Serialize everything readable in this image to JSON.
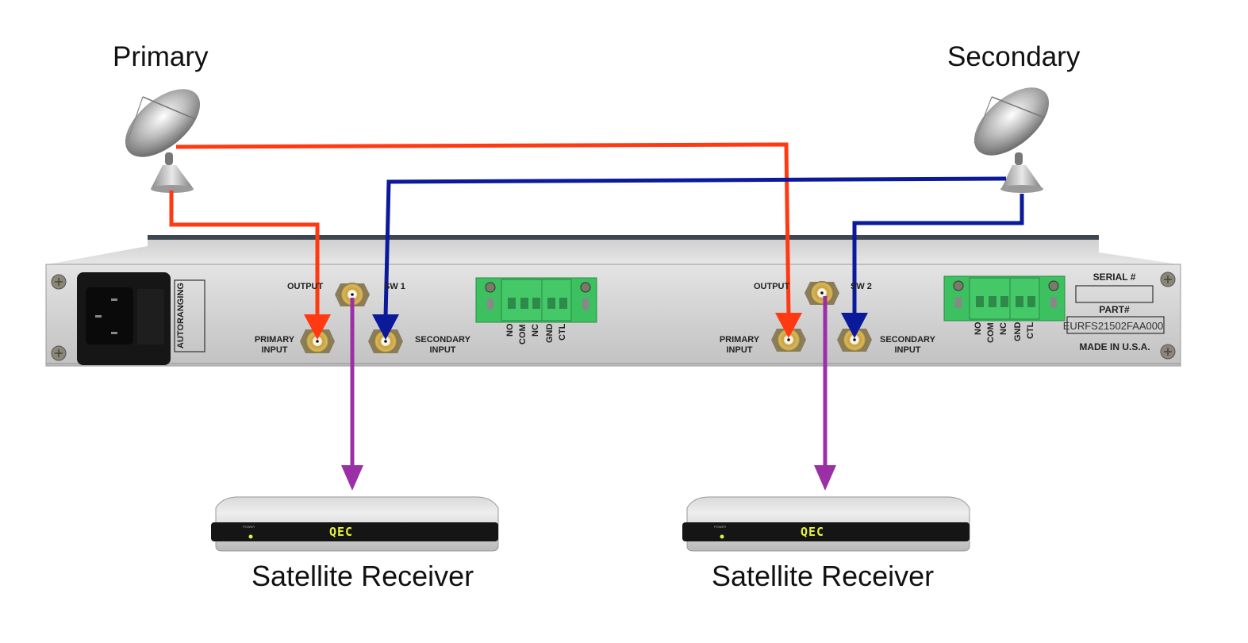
{
  "diagram": {
    "antennas": [
      {
        "id": "primary",
        "label": "Primary"
      },
      {
        "id": "secondary",
        "label": "Secondary"
      }
    ],
    "chassis": {
      "power_label": "AUTORANGING",
      "switches": [
        {
          "id": "sw1",
          "name": "SW 1",
          "output_label": "OUTPUT",
          "primary_input_label": [
            "PRIMARY",
            "INPUT"
          ],
          "secondary_input_label": [
            "SECONDARY",
            "INPUT"
          ],
          "terminal_labels": [
            "NO",
            "COM",
            "NC",
            "GND",
            "CTL"
          ]
        },
        {
          "id": "sw2",
          "name": "SW 2",
          "output_label": "OUTPUT",
          "primary_input_label": [
            "PRIMARY",
            "INPUT"
          ],
          "secondary_input_label": [
            "SECONDARY",
            "INPUT"
          ],
          "terminal_labels": [
            "NO",
            "COM",
            "NC",
            "GND",
            "CTL"
          ]
        }
      ],
      "serial_label": "SERIAL #",
      "serial_value": "",
      "part_label": "PART#",
      "part_value": "EURFS21502FAA000",
      "made_in": "MADE IN U.S.A."
    },
    "receivers": [
      {
        "label": "Satellite Receiver",
        "display": "QEC",
        "power_text": "POWER"
      },
      {
        "label": "Satellite Receiver",
        "display": "QEC",
        "power_text": "POWER"
      }
    ],
    "connections": [
      {
        "from": "Primary",
        "to": "SW 1 PRIMARY INPUT",
        "color": "#ff3a12"
      },
      {
        "from": "Primary",
        "to": "SW 2 PRIMARY INPUT",
        "color": "#ff3a12"
      },
      {
        "from": "Secondary",
        "to": "SW 1 SECONDARY INPUT",
        "color": "#0a1a9a"
      },
      {
        "from": "Secondary",
        "to": "SW 2 SECONDARY INPUT",
        "color": "#0a1a9a"
      },
      {
        "from": "SW 1 OUTPUT",
        "to": "Satellite Receiver 1",
        "color": "#9b2fa6"
      },
      {
        "from": "SW 2 OUTPUT",
        "to": "Satellite Receiver 2",
        "color": "#9b2fa6"
      }
    ],
    "colors": {
      "primary_line": "#ff3a12",
      "secondary_line": "#0a1a9a",
      "output_line": "#9b2fa6",
      "terminal_green": "#3cc060",
      "display_yellow": "#e8f040"
    }
  }
}
